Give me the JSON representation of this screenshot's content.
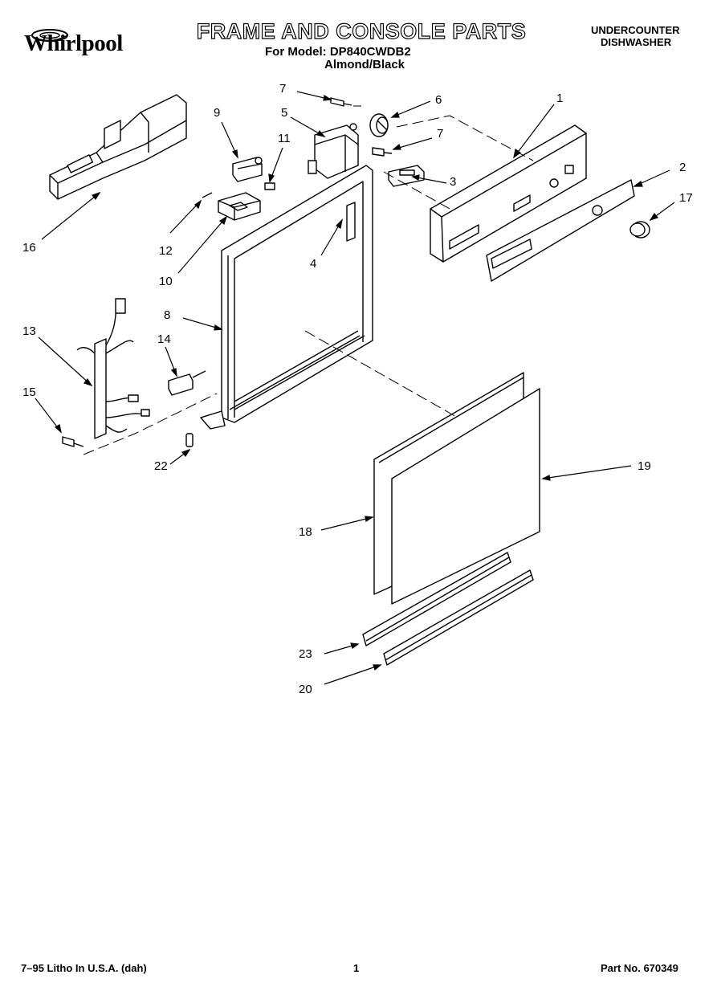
{
  "header": {
    "brand": "Whirlpool",
    "title": "FRAME AND CONSOLE PARTS",
    "model_line": "For Model: DP840CWDB2",
    "color_line": "Almond/Black",
    "product_line1": "UNDERCOUNTER",
    "product_line2": "DISHWASHER"
  },
  "footer": {
    "litho": "7–95 Litho In U.S.A. (dah)",
    "page": "1",
    "part_no": "Part No. 670349"
  },
  "callouts": {
    "c1": "1",
    "c2": "2",
    "c3": "3",
    "c4": "4",
    "c5": "5",
    "c6": "6",
    "c7a": "7",
    "c7b": "7",
    "c8": "8",
    "c9": "9",
    "c10": "10",
    "c11": "11",
    "c12": "12",
    "c13": "13",
    "c14": "14",
    "c15": "15",
    "c16": "16",
    "c17": "17",
    "c18": "18",
    "c19": "19",
    "c20": "20",
    "c22": "22",
    "c23": "23"
  }
}
